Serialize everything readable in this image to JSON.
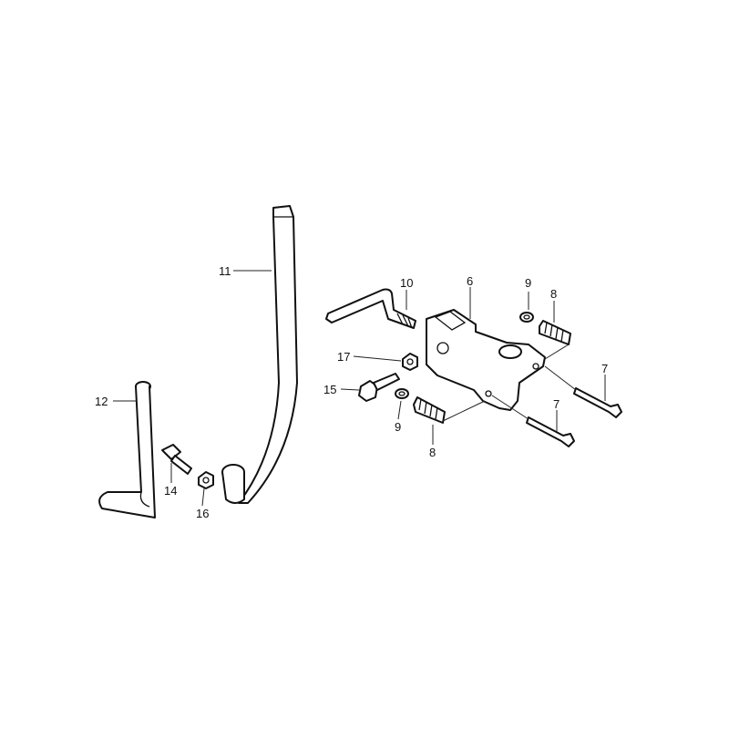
{
  "diagram": {
    "labels": [
      {
        "id": "l11",
        "text": "11"
      },
      {
        "id": "l12",
        "text": "12"
      },
      {
        "id": "l14",
        "text": "14"
      },
      {
        "id": "l16",
        "text": "16"
      },
      {
        "id": "l10",
        "text": "10"
      },
      {
        "id": "l6",
        "text": "6"
      },
      {
        "id": "l9a",
        "text": "9"
      },
      {
        "id": "l8a",
        "text": "8"
      },
      {
        "id": "l17",
        "text": "17"
      },
      {
        "id": "l15",
        "text": "15"
      },
      {
        "id": "l9b",
        "text": "9"
      },
      {
        "id": "l8b",
        "text": "8"
      },
      {
        "id": "l7a",
        "text": "7"
      },
      {
        "id": "l7b",
        "text": "7"
      }
    ]
  }
}
